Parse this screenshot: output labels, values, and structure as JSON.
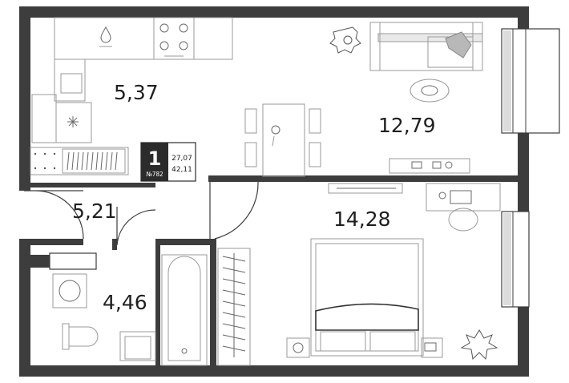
{
  "rooms": {
    "kitchen": "5,37",
    "living": "12,79",
    "hall": "5,21",
    "bedroom": "14,28",
    "bathroom": "4,46"
  },
  "badge": {
    "rooms_count": "1",
    "apartment_number": "№782",
    "living_area": "27,07",
    "total_area": "42,11"
  },
  "icons": [
    "plant-icon",
    "water-drop-icon",
    "snowflake-icon",
    "stove-icon"
  ],
  "colors": {
    "wall": "#3d3d3d",
    "fixture": "#9a9a9a",
    "badge": "#2b2b2b"
  }
}
